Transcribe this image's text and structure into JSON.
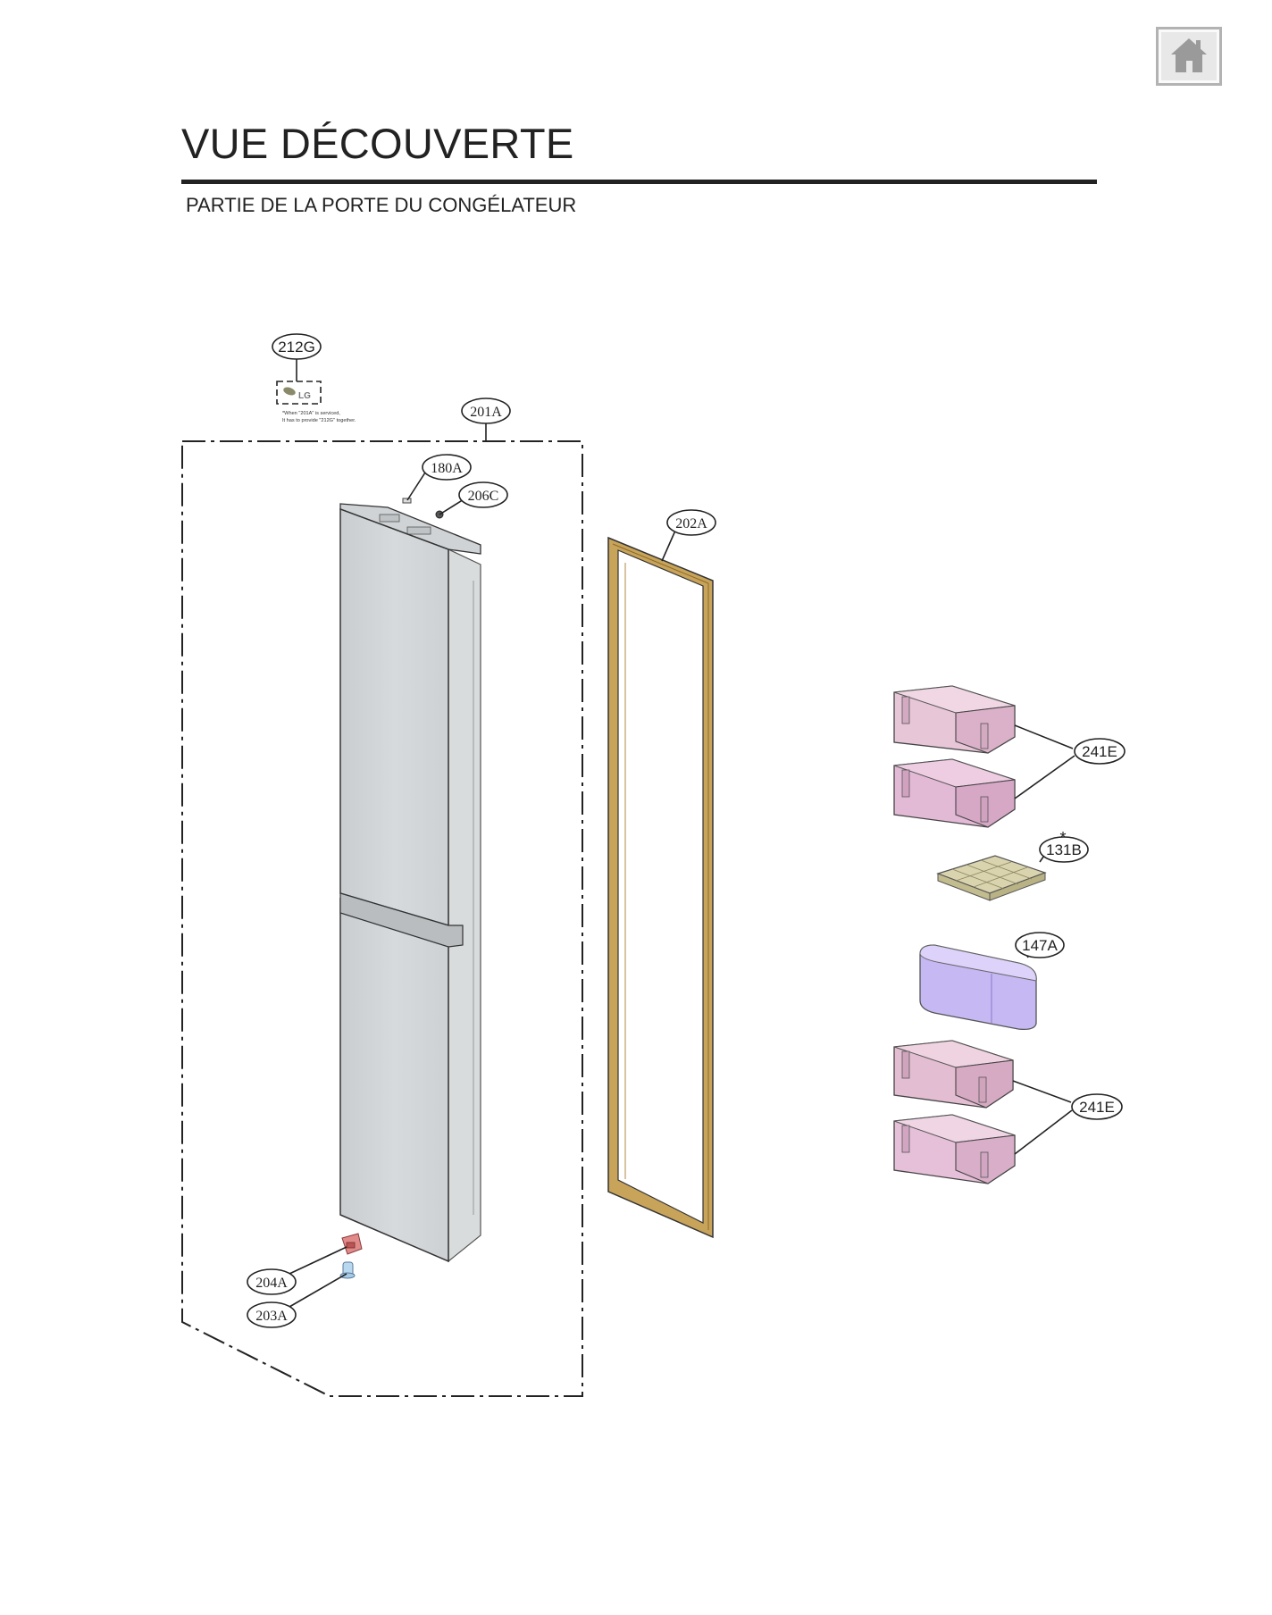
{
  "header": {
    "title": "VUE DÉCOUVERTE",
    "subtitle": "PARTIE DE LA PORTE DU CONGÉLATEUR",
    "home_icon": "home-icon"
  },
  "diagram": {
    "callouts": {
      "c212g": "212G",
      "c201a": "201A",
      "c180a": "180A",
      "c206c": "206C",
      "c202a": "202A",
      "c204a": "204A",
      "c203a": "203A",
      "c241e_top": "241E",
      "c131b": "131B",
      "c147a": "147A",
      "c241e_bottom": "241E"
    },
    "asterisk": "*",
    "logo_text": "LG",
    "note_line1": "*When \"201A\" is serviced,",
    "note_line2": "It has to provide \"212G\" together.",
    "colors": {
      "door": "#d3d7d9",
      "gasket": "#c8a35a",
      "bin": "#e3bcd4",
      "ice_tray": "#d9d4ae",
      "basket": "#c6b8f2"
    }
  }
}
